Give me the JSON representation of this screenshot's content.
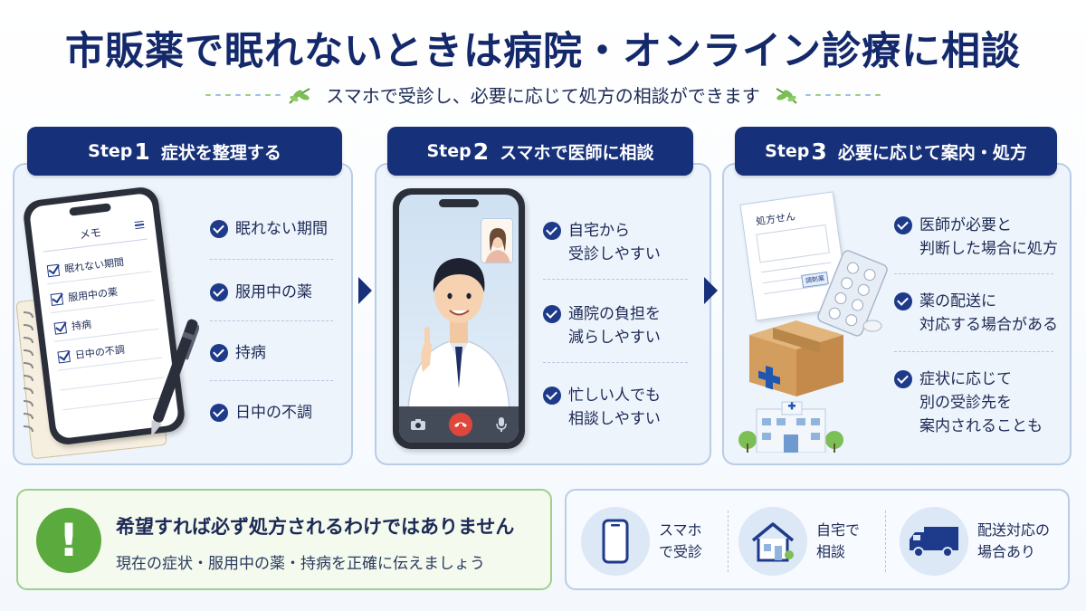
{
  "header": {
    "title": "市販薬で眠れないときは病院・オンライン診療に相談",
    "subtitle": "スマホで受診し、必要に応じて処方の相談ができます"
  },
  "steps": [
    {
      "word": "Step",
      "num": "1",
      "label": "症状を整理する",
      "memo_title": "メモ",
      "memo_items": [
        "眠れない期間",
        "服用中の薬",
        "持病",
        "日中の不調"
      ],
      "items": [
        {
          "line1": "眠れない期間",
          "line2": ""
        },
        {
          "line1": "服用中の薬",
          "line2": ""
        },
        {
          "line1": "持病",
          "line2": ""
        },
        {
          "line1": "日中の不調",
          "line2": ""
        }
      ]
    },
    {
      "word": "Step",
      "num": "2",
      "label": "スマホで医師に相談",
      "items": [
        {
          "line1": "自宅から",
          "line2": "受診しやすい"
        },
        {
          "line1": "通院の負担を",
          "line2": "減らしやすい"
        },
        {
          "line1": "忙しい人でも",
          "line2": "相談しやすい"
        }
      ]
    },
    {
      "word": "Step",
      "num": "3",
      "label": "必要に応じて案内・処方",
      "prescription_label": "処方せん",
      "stamp_label": "調剤薬",
      "items": [
        {
          "line1": "医師が必要と",
          "line2": "判断した場合に処方",
          "line3": ""
        },
        {
          "line1": "薬の配送に",
          "line2": "対応する場合がある",
          "line3": ""
        },
        {
          "line1": "症状に応じて",
          "line2": "別の受診先を",
          "line3": "案内されることも"
        }
      ]
    }
  ],
  "notice": {
    "icon_text": "!",
    "title": "希望すれば必ず処方されるわけではありません",
    "text": "現在の症状・服用中の薬・持病を正確に伝えましょう"
  },
  "features": [
    {
      "icon": "smartphone-icon",
      "line1": "スマホ",
      "line2": "で受診"
    },
    {
      "icon": "house-icon",
      "line1": "自宅で",
      "line2": "相談"
    },
    {
      "icon": "truck-icon",
      "line1": "配送対応の",
      "line2": "場合あり"
    }
  ],
  "colors": {
    "navy": "#16307a",
    "panel_bg": "#eef4fb",
    "panel_border": "#b9cde6",
    "green": "#5aaa3e",
    "call_red": "#e0463b"
  }
}
